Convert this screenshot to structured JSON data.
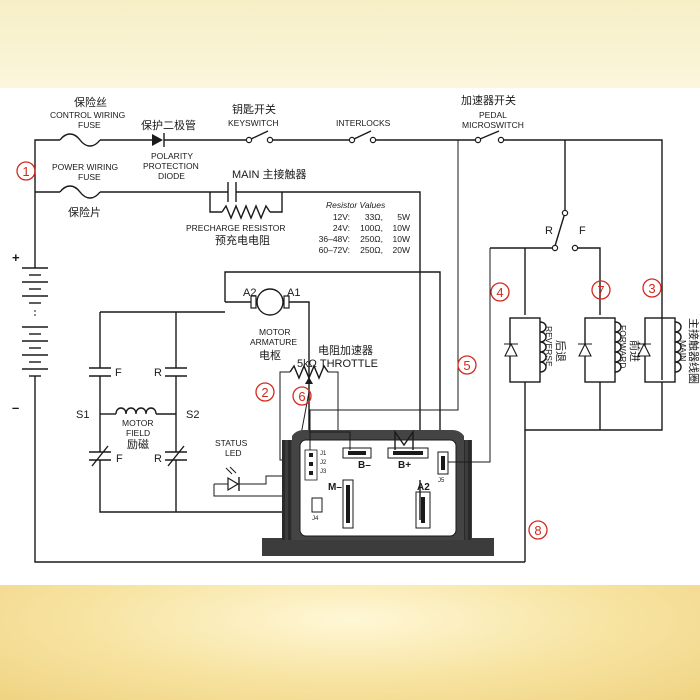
{
  "labels": {
    "fuse_zh": "保险丝",
    "control_fuse_1": "CONTROL WIRING",
    "control_fuse_2": "FUSE",
    "diode_zh": "保护二极管",
    "polarity_1": "POLARITY",
    "polarity_2": "PROTECTION",
    "polarity_3": "DIODE",
    "keyswitch_zh": "钥匙开关",
    "keyswitch": "KEYSWITCH",
    "interlocks": "INTERLOCKS",
    "accel_switch_zh": "加速器开关",
    "pedal_1": "PEDAL",
    "pedal_2": "MICROSWITCH",
    "power_fuse_1": "POWER WIRING",
    "power_fuse_2": "FUSE",
    "power_fuse_zh": "保险片",
    "main_contactor": "MAIN 主接触器",
    "precharge": "PRECHARGE RESISTOR",
    "precharge_zh": "预充电电阻",
    "resistor_values_title": "Resistor Values",
    "resistor_values": [
      [
        "12V:",
        "33Ω,",
        "5W"
      ],
      [
        "24V:",
        "100Ω,",
        "10W"
      ],
      [
        "36–48V:",
        "250Ω,",
        "10W"
      ],
      [
        "60–72V:",
        "250Ω,",
        "20W"
      ]
    ],
    "a2": "A2",
    "a1": "A1",
    "motor_armature_1": "MOTOR",
    "motor_armature_2": "ARMATURE",
    "armature_zh": "电枢",
    "throttle_zh": "电阻加速器",
    "throttle": "5kΩ THROTTLE",
    "plus": "+",
    "minus": "–",
    "f_top": "F",
    "r_top": "R",
    "s1": "S1",
    "s2": "S2",
    "motor_field_1": "MOTOR",
    "motor_field_2": "FIELD",
    "field_zh": "励磁",
    "f_bottom": "F",
    "r_bottom": "R",
    "status_1": "STATUS",
    "status_2": "LED",
    "j1": "J1",
    "j2": "J2",
    "j3": "J3",
    "j4": "J4",
    "j5": "J5",
    "b_minus": "B–",
    "b_plus": "B+",
    "m_minus": "M–",
    "a2_terminal": "A2",
    "rf_r": "R",
    "rf_f": "F",
    "reverse": "REVERSE",
    "reverse_zh": "后退",
    "forward": "FORWARD",
    "forward_zh": "前进",
    "main_coil": "MAIN",
    "main_coil_zh": "主接触器线圈"
  },
  "markers": [
    "1",
    "2",
    "3",
    "4",
    "5",
    "6",
    "7",
    "8"
  ],
  "colors": {
    "wire": "#1a1a1a",
    "marker": "#d42a1f",
    "controller": "#3c3c3c",
    "paper": "#ffffff"
  }
}
